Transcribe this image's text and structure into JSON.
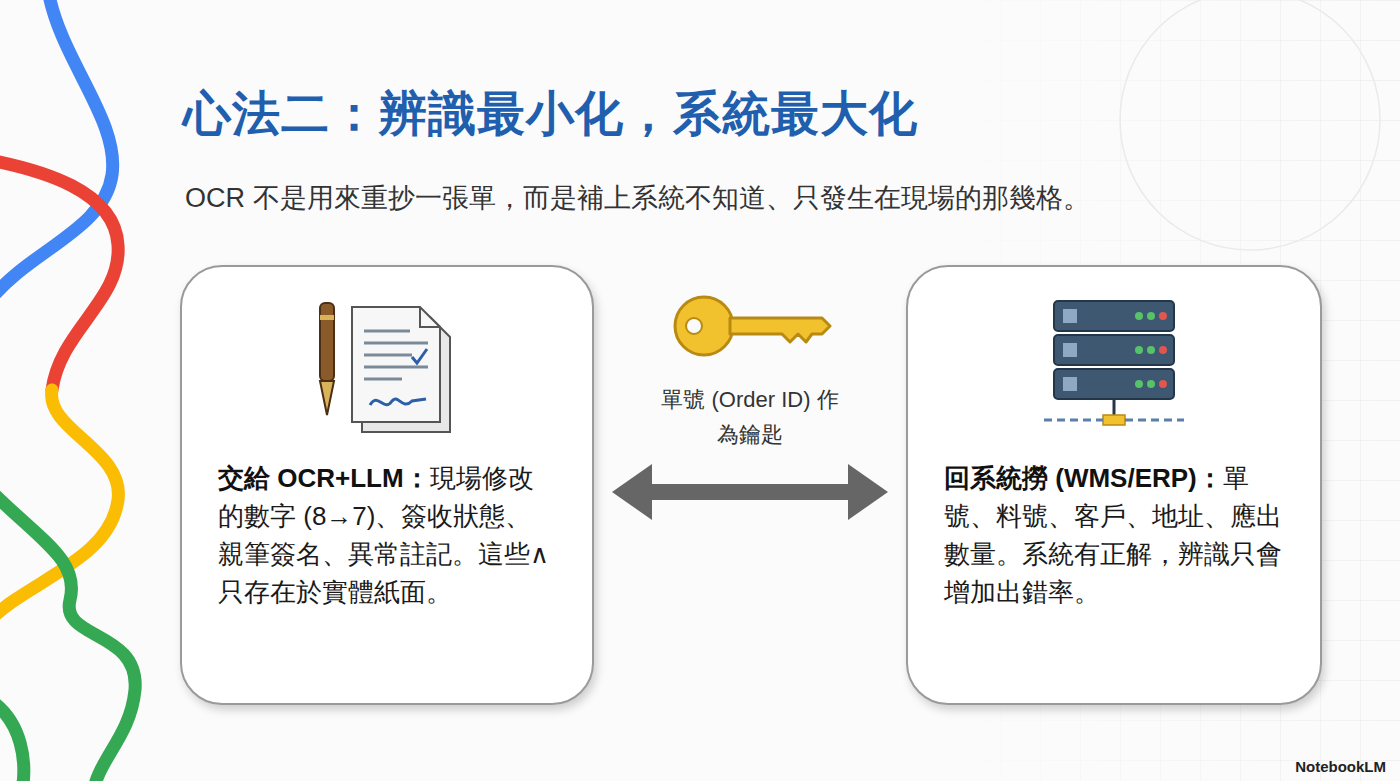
{
  "diagram": {
    "title": "心法二：辨識最小化，系統最大化",
    "nodes": [
      {
        "text": [
          "交給 OCR+LLM：",
          "現場修改的數字 (8→7)、簽收狀態、親筆簽名、異常註記。這些∧只存在於實體紙面。"
        ]
      },
      {
        "text": [
          "回系統撈 (WMS/ERP)：",
          "單號、料號、客戶、地址、應出數量。系統有正解，辨識只會增加出錯率。"
        ]
      }
    ],
    "edges": [
      {
        "from": 0,
        "to": 1,
        "label": "單號 (Order ID) 作為鑰匙",
        "arrow": "both"
      }
    ],
    "labels": [
      "OCR 不是用來重抄一張單，而是補上系統不知道、只發生在現場的那幾格。",
      "NotebookLM"
    ]
  }
}
